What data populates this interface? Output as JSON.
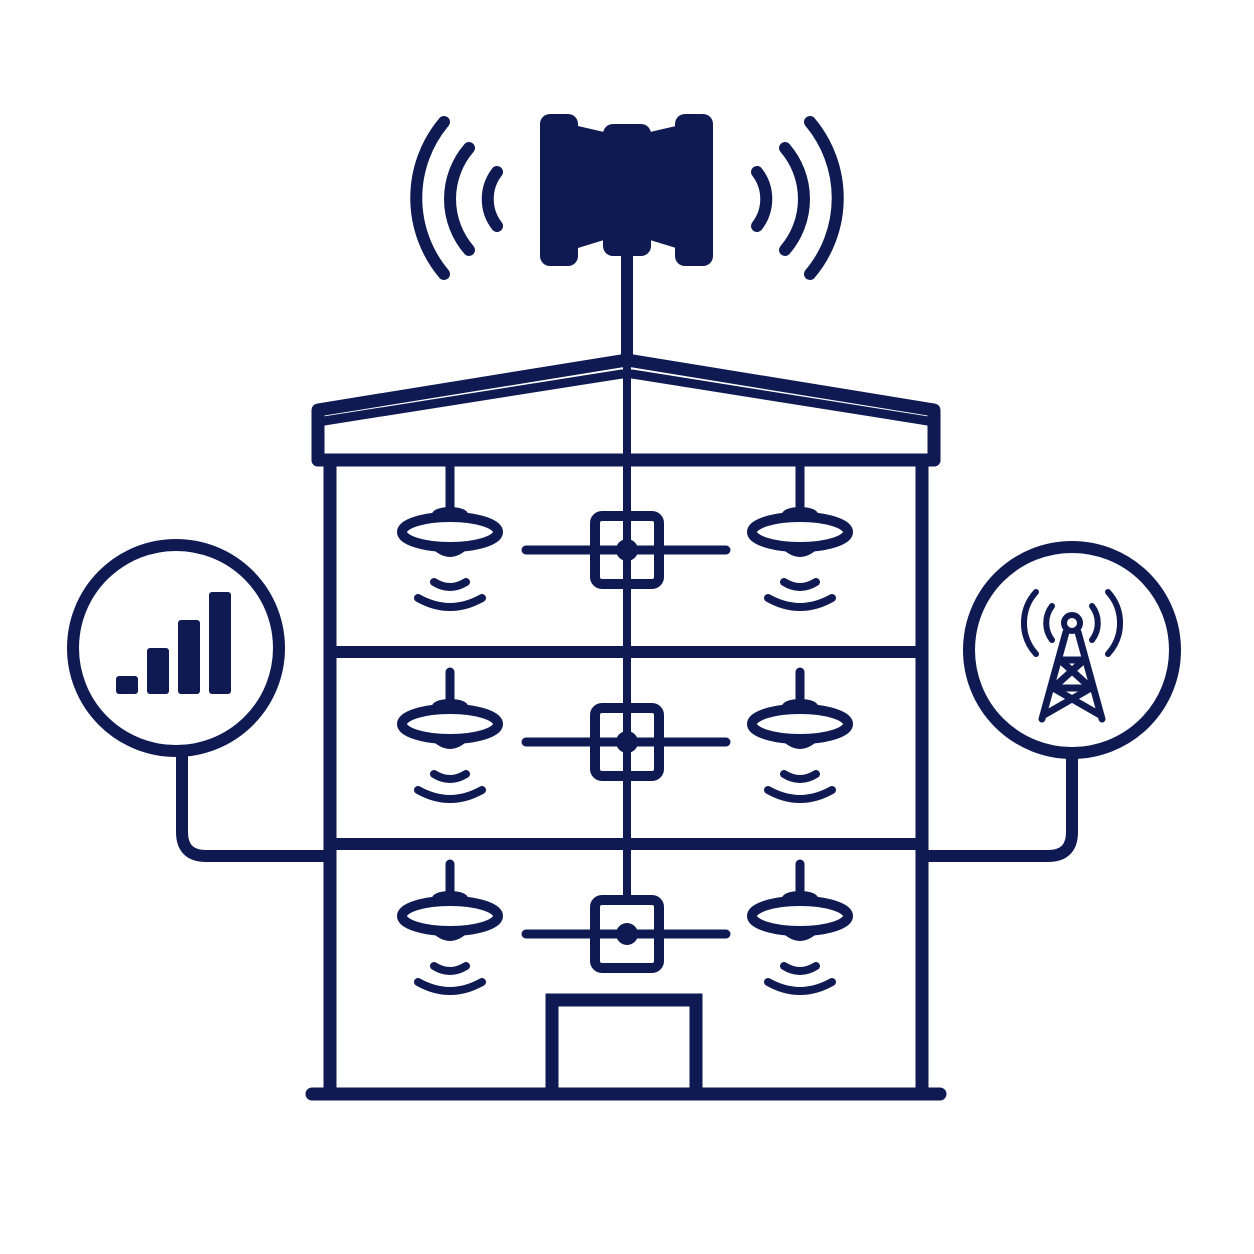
{
  "colors": {
    "stroke": "#0f1a52",
    "background": "#ffffff"
  },
  "diagram": {
    "title": "",
    "floors": [
      {
        "antennas": [
          "ceiling-antenna",
          "ceiling-antenna"
        ],
        "junction": "splitter-box"
      },
      {
        "antennas": [
          "ceiling-antenna",
          "ceiling-antenna"
        ],
        "junction": "splitter-box"
      },
      {
        "antennas": [
          "ceiling-antenna",
          "ceiling-antenna"
        ],
        "junction": "splitter-box"
      }
    ],
    "roof_antenna": "panel-antenna-icon",
    "left_badge": {
      "icon": "signal-bars-icon",
      "bars": 4
    },
    "right_badge": {
      "icon": "cell-tower-icon"
    }
  }
}
